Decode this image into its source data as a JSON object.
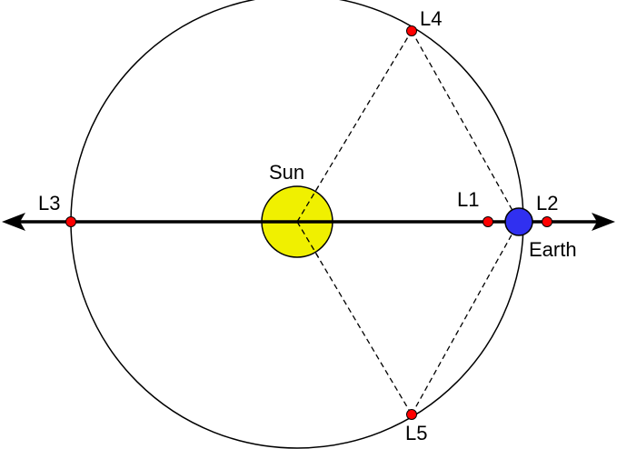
{
  "labels": {
    "sun": "Sun",
    "earth": "Earth",
    "l1": "L1",
    "l2": "L2",
    "l3": "L3",
    "l4": "L4",
    "l5": "L5"
  },
  "colors": {
    "sun_fill": "#f0f000",
    "earth_fill": "#3030f0",
    "lagrange_point_fill": "#ff0000",
    "line": "#000000",
    "background": "#ffffff"
  }
}
